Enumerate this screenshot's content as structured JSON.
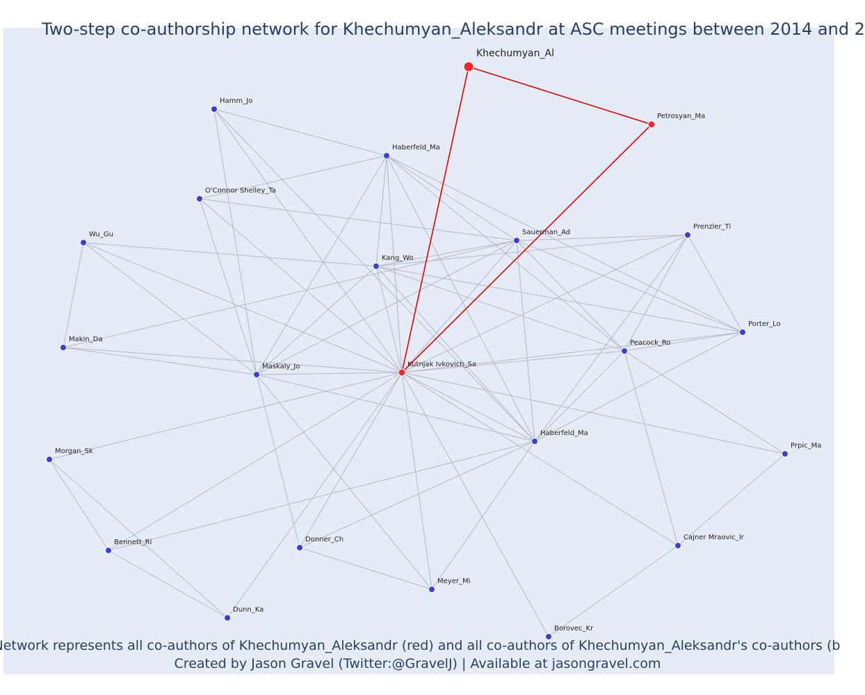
{
  "title": "Two-step co-authorship network for Khechumyan_Aleksandr at ASC meetings between 2014 and 2",
  "caption_line1": "Network represents all co-authors of Khechumyan_Aleksandr (red) and all co-authors of Khechumyan_Aleksandr's co-authors (b",
  "caption_line2": "Created by Jason Gravel (Twitter:@GravelJ) | Available at jasongravel.com",
  "colors": {
    "background": "#e5ecf6",
    "coauthor_node": "#3b3fd8",
    "focal_node": "#ee2a2a",
    "red_edge": "#dd0000",
    "gray_edge": "#b4b8c4",
    "text": "#2a3f5f"
  },
  "nodes": [
    {
      "id": "khech",
      "label": "Khechumyan_Al",
      "type": "focal"
    },
    {
      "id": "petrosyan",
      "label": "Petrosyan_Ma",
      "type": "direct"
    },
    {
      "id": "kutnjak",
      "label": "Kutnjak Ivkovich_Sa",
      "type": "direct"
    },
    {
      "id": "hamm",
      "label": "Hamm_Jo",
      "type": "second"
    },
    {
      "id": "haberfeld1",
      "label": "Haberfeld_Ma",
      "type": "second"
    },
    {
      "id": "oconnor",
      "label": "O'Connor Shelley_Ta",
      "type": "second"
    },
    {
      "id": "wu",
      "label": "Wu_Gu",
      "type": "second"
    },
    {
      "id": "kang",
      "label": "Kang_Wo",
      "type": "second"
    },
    {
      "id": "sauerman",
      "label": "Sauerman_Ad",
      "type": "second"
    },
    {
      "id": "prenzler",
      "label": "Prenzler_Ti",
      "type": "second"
    },
    {
      "id": "porter",
      "label": "Porter_Lo",
      "type": "second"
    },
    {
      "id": "peacock",
      "label": "Peacock_Ro",
      "type": "second"
    },
    {
      "id": "makin",
      "label": "Makin_Da",
      "type": "second"
    },
    {
      "id": "maskaly",
      "label": "Maskaly_Jo",
      "type": "second"
    },
    {
      "id": "haberfeld2",
      "label": "Haberfeld_Ma",
      "type": "second"
    },
    {
      "id": "prpic",
      "label": "Prpic_Ma",
      "type": "second"
    },
    {
      "id": "morgan",
      "label": "Morgan_Sk",
      "type": "second"
    },
    {
      "id": "bennett",
      "label": "Bennett_Ri",
      "type": "second"
    },
    {
      "id": "donner",
      "label": "Donner_Ch",
      "type": "second"
    },
    {
      "id": "meyer",
      "label": "Meyer_Mi",
      "type": "second"
    },
    {
      "id": "cajner",
      "label": "Cajner Mraovic_Ir",
      "type": "second"
    },
    {
      "id": "dunn",
      "label": "Dunn_Ka",
      "type": "second"
    },
    {
      "id": "borovec",
      "label": "Borovec_Kr",
      "type": "second"
    }
  ],
  "red_edges": [
    [
      "khech",
      "petrosyan"
    ],
    [
      "khech",
      "kutnjak"
    ],
    [
      "petrosyan",
      "kutnjak"
    ]
  ],
  "gray_edges": [
    [
      "kutnjak",
      "hamm"
    ],
    [
      "kutnjak",
      "haberfeld1"
    ],
    [
      "kutnjak",
      "oconnor"
    ],
    [
      "kutnjak",
      "wu"
    ],
    [
      "kutnjak",
      "kang"
    ],
    [
      "kutnjak",
      "sauerman"
    ],
    [
      "kutnjak",
      "prenzler"
    ],
    [
      "kutnjak",
      "porter"
    ],
    [
      "kutnjak",
      "peacock"
    ],
    [
      "kutnjak",
      "makin"
    ],
    [
      "kutnjak",
      "maskaly"
    ],
    [
      "kutnjak",
      "haberfeld2"
    ],
    [
      "kutnjak",
      "prpic"
    ],
    [
      "kutnjak",
      "morgan"
    ],
    [
      "kutnjak",
      "bennett"
    ],
    [
      "kutnjak",
      "donner"
    ],
    [
      "kutnjak",
      "meyer"
    ],
    [
      "kutnjak",
      "cajner"
    ],
    [
      "kutnjak",
      "dunn"
    ],
    [
      "kutnjak",
      "borovec"
    ],
    [
      "hamm",
      "haberfeld1"
    ],
    [
      "hamm",
      "maskaly"
    ],
    [
      "hamm",
      "haberfeld2"
    ],
    [
      "haberfeld1",
      "sauerman"
    ],
    [
      "haberfeld1",
      "kang"
    ],
    [
      "haberfeld1",
      "maskaly"
    ],
    [
      "haberfeld1",
      "oconnor"
    ],
    [
      "haberfeld1",
      "porter"
    ],
    [
      "haberfeld1",
      "haberfeld2"
    ],
    [
      "haberfeld1",
      "peacock"
    ],
    [
      "oconnor",
      "sauerman"
    ],
    [
      "oconnor",
      "maskaly"
    ],
    [
      "wu",
      "kang"
    ],
    [
      "wu",
      "makin"
    ],
    [
      "wu",
      "maskaly"
    ],
    [
      "kang",
      "sauerman"
    ],
    [
      "kang",
      "prenzler"
    ],
    [
      "kang",
      "porter"
    ],
    [
      "kang",
      "peacock"
    ],
    [
      "kang",
      "maskaly"
    ],
    [
      "kang",
      "haberfeld2"
    ],
    [
      "sauerman",
      "prenzler"
    ],
    [
      "sauerman",
      "porter"
    ],
    [
      "sauerman",
      "peacock"
    ],
    [
      "sauerman",
      "maskaly"
    ],
    [
      "sauerman",
      "haberfeld2"
    ],
    [
      "sauerman",
      "makin"
    ],
    [
      "prenzler",
      "porter"
    ],
    [
      "prenzler",
      "peacock"
    ],
    [
      "prenzler",
      "haberfeld2"
    ],
    [
      "porter",
      "peacock"
    ],
    [
      "porter",
      "haberfeld2"
    ],
    [
      "peacock",
      "cajner"
    ],
    [
      "peacock",
      "prpic"
    ],
    [
      "peacock",
      "haberfeld2"
    ],
    [
      "makin",
      "maskaly"
    ],
    [
      "maskaly",
      "haberfeld2"
    ],
    [
      "maskaly",
      "donner"
    ],
    [
      "maskaly",
      "meyer"
    ],
    [
      "haberfeld2",
      "donner"
    ],
    [
      "haberfeld2",
      "meyer"
    ],
    [
      "haberfeld2",
      "bennett"
    ],
    [
      "prpic",
      "cajner"
    ],
    [
      "morgan",
      "bennett"
    ],
    [
      "morgan",
      "dunn"
    ],
    [
      "bennett",
      "dunn"
    ],
    [
      "donner",
      "meyer"
    ],
    [
      "cajner",
      "borovec"
    ]
  ]
}
